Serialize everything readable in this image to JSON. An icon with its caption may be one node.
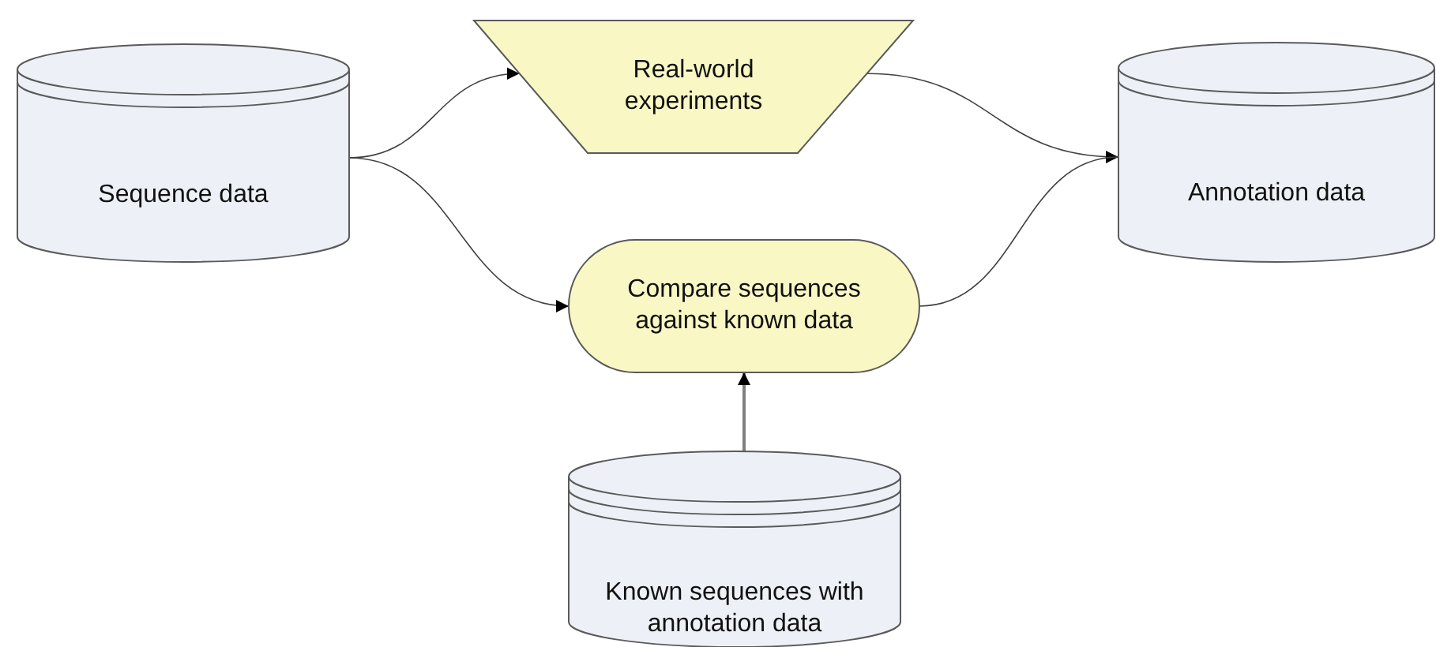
{
  "diagram": {
    "nodes": [
      {
        "text": [
          "Sequence data"
        ]
      },
      {
        "text": [
          "Real-world experiments"
        ]
      },
      {
        "text": [
          "Annotation data"
        ]
      },
      {
        "text": [
          "Compare sequences against known data"
        ]
      },
      {
        "text": [
          "Known sequences with annotation data"
        ]
      }
    ],
    "edges": [
      {
        "from": 0,
        "to": 1,
        "arrow": "to"
      },
      {
        "from": 0,
        "to": 3,
        "arrow": "to"
      },
      {
        "from": 1,
        "to": 2,
        "arrow": "to"
      },
      {
        "from": 3,
        "to": 2,
        "arrow": "none"
      },
      {
        "from": 4,
        "to": 3,
        "arrow": "to",
        "color": "#808080"
      }
    ]
  }
}
